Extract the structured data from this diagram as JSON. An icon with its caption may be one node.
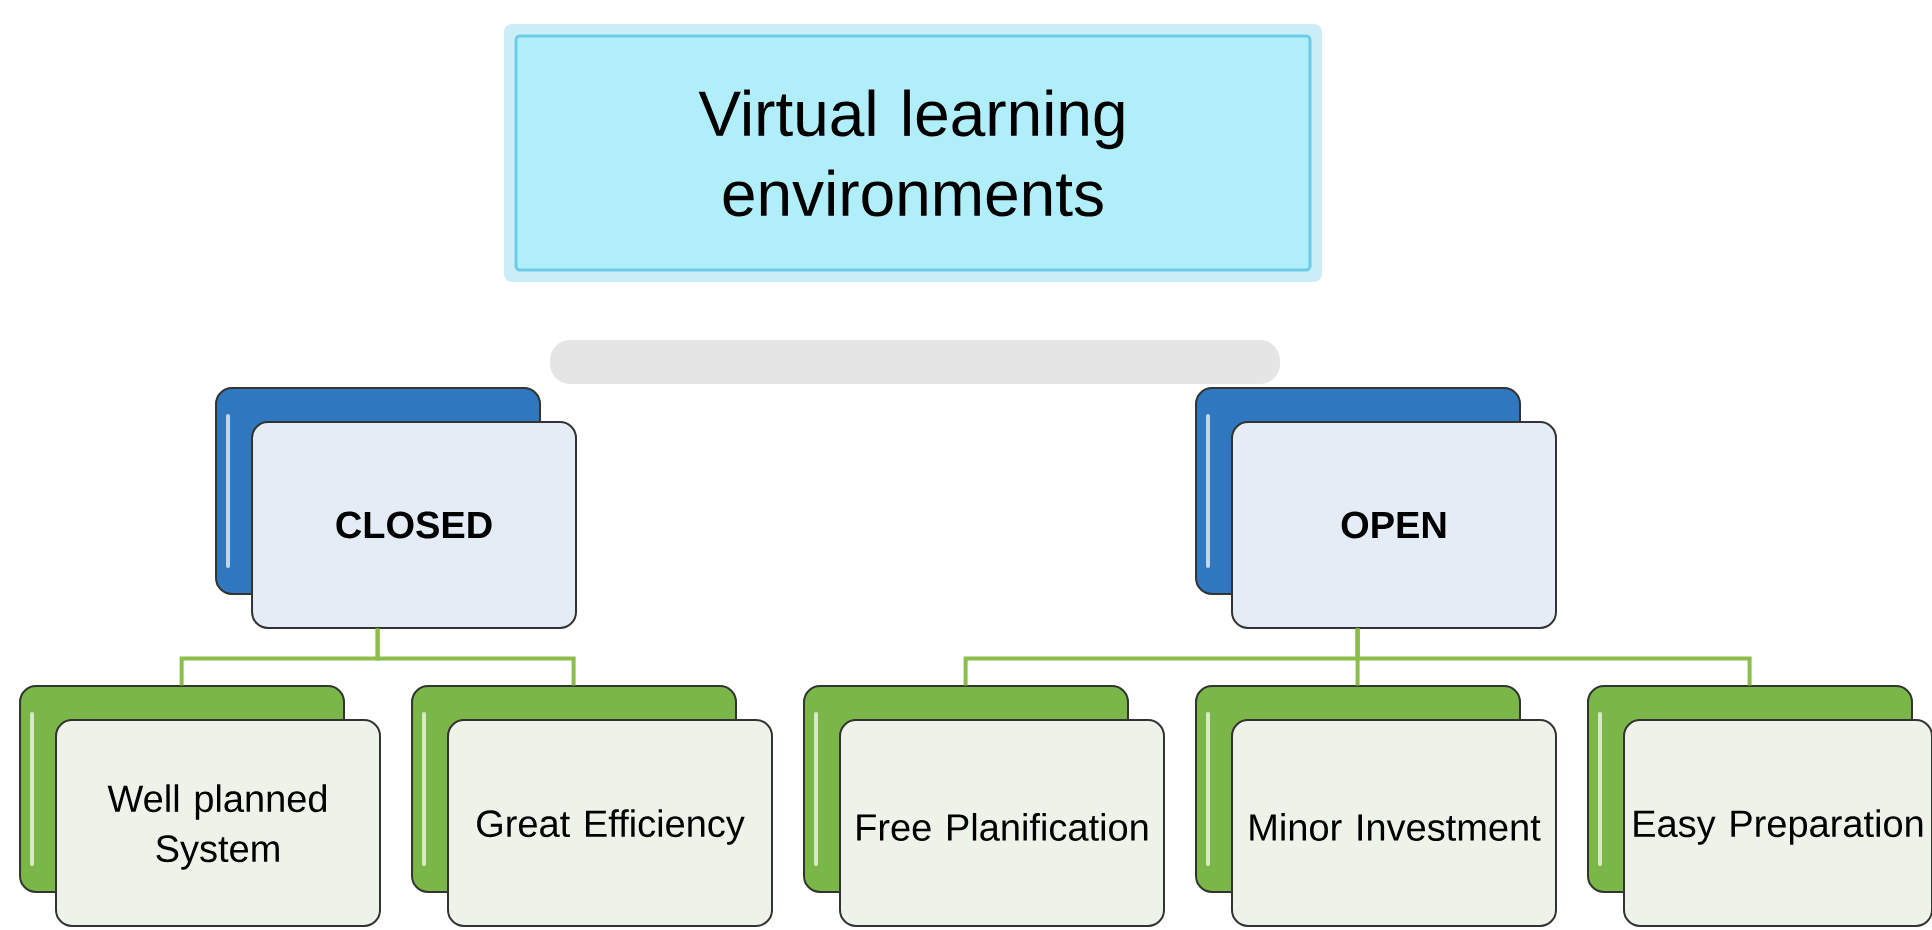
{
  "diagram": {
    "nodes": [
      {
        "text": [
          "Virtual learning environments"
        ]
      },
      {
        "text": [
          "CLOSED"
        ]
      },
      {
        "text": [
          "OPEN"
        ]
      },
      {
        "text": [
          "Well planned System"
        ]
      },
      {
        "text": [
          "Great Efficiency"
        ]
      },
      {
        "text": [
          "Free Planification"
        ]
      },
      {
        "text": [
          "Minor Investment"
        ]
      },
      {
        "text": [
          "Easy Preparation"
        ]
      }
    ],
    "edges": [
      {
        "from": 1,
        "to": 3,
        "arrow": "none"
      },
      {
        "from": 1,
        "to": 4,
        "arrow": "none"
      },
      {
        "from": 2,
        "to": 5,
        "arrow": "none"
      },
      {
        "from": 2,
        "to": 6,
        "arrow": "none"
      },
      {
        "from": 2,
        "to": 7,
        "arrow": "none"
      }
    ]
  }
}
